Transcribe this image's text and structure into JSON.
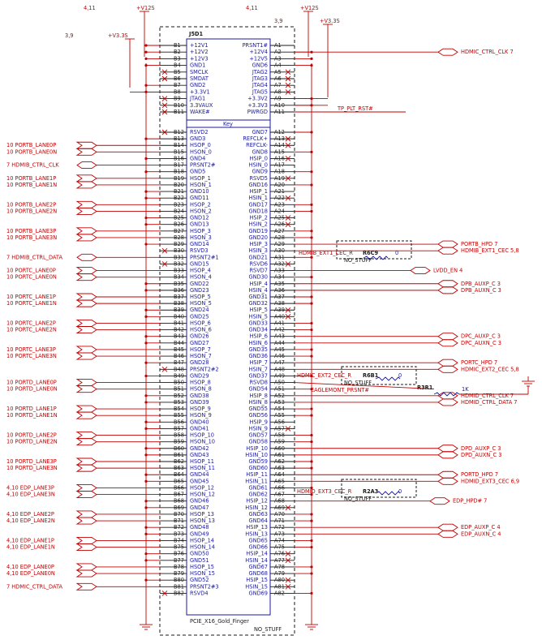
{
  "title": {
    "ref": "J5D1",
    "part": "PCIE_X16_Gold_Finger",
    "note": "NO_STUFF",
    "key": "Key"
  },
  "top_labels": {
    "b_side_page": "4,11",
    "b_side_power": "+V12S",
    "a_side_page": "4,11",
    "a_side_power": "+V12S",
    "a_side_page2": "3,9",
    "v33_a": "+V3.3S",
    "left_page": "3,9",
    "v33_left": "+V3.3S"
  },
  "pins_b": [
    [
      "B1",
      "+12V1"
    ],
    [
      "B2",
      "+12V2"
    ],
    [
      "B3",
      "+12V3"
    ],
    [
      "B4",
      "GND1"
    ],
    [
      "B5",
      "SMCLK"
    ],
    [
      "B6",
      "SMDAT"
    ],
    [
      "B7",
      "GND2"
    ],
    [
      "B8",
      "+3.3V1"
    ],
    [
      "B9",
      "JTAG1"
    ],
    [
      "B10",
      "3.3VAUX"
    ],
    [
      "B11",
      "WAKE#"
    ],
    [
      "B12",
      "RSVD2"
    ],
    [
      "B13",
      "GND3"
    ],
    [
      "B14",
      "HSOP_0"
    ],
    [
      "B15",
      "HSON_0"
    ],
    [
      "B16",
      "GND4"
    ],
    [
      "B17",
      "PRSNT2#"
    ],
    [
      "B18",
      "GND5"
    ],
    [
      "B19",
      "HSOP_1"
    ],
    [
      "B20",
      "HSON_1"
    ],
    [
      "B21",
      "GND10"
    ],
    [
      "B22",
      "GND11"
    ],
    [
      "B23",
      "HSOP_2"
    ],
    [
      "B24",
      "HSON_2"
    ],
    [
      "B25",
      "GND12"
    ],
    [
      "B26",
      "GND13"
    ],
    [
      "B27",
      "HSOP_3"
    ],
    [
      "B28",
      "HSON_3"
    ],
    [
      "B29",
      "GND14"
    ],
    [
      "B30",
      "RSVD3"
    ],
    [
      "B31",
      "PRSNT2#1"
    ],
    [
      "B32",
      "GND15"
    ],
    [
      "B33",
      "HSOP_4"
    ],
    [
      "B34",
      "HSON_4"
    ],
    [
      "B35",
      "GND22"
    ],
    [
      "B36",
      "GND23"
    ],
    [
      "B37",
      "HSOP_5"
    ],
    [
      "B38",
      "HSON_5"
    ],
    [
      "B39",
      "GND24"
    ],
    [
      "B40",
      "GND25"
    ],
    [
      "B41",
      "HSOP_6"
    ],
    [
      "B42",
      "HSON_6"
    ],
    [
      "B43",
      "GND26"
    ],
    [
      "B44",
      "GND27"
    ],
    [
      "B45",
      "HSOP_7"
    ],
    [
      "B46",
      "HSON_7"
    ],
    [
      "B47",
      "GND28"
    ],
    [
      "B48",
      "PRSNT2#2"
    ],
    [
      "B49",
      "GND29"
    ],
    [
      "B50",
      "HSOP_8"
    ],
    [
      "B51",
      "HSON_8"
    ],
    [
      "B52",
      "GND38"
    ],
    [
      "B53",
      "GND39"
    ],
    [
      "B54",
      "HSOP_9"
    ],
    [
      "B55",
      "HSON_9"
    ],
    [
      "B56",
      "GND40"
    ],
    [
      "B57",
      "GND41"
    ],
    [
      "B58",
      "HSOP_10"
    ],
    [
      "B59",
      "HSON_10"
    ],
    [
      "B60",
      "GND42"
    ],
    [
      "B61",
      "GND43"
    ],
    [
      "B62",
      "HSOP_11"
    ],
    [
      "B63",
      "HSON_11"
    ],
    [
      "B64",
      "GND44"
    ],
    [
      "B65",
      "GND45"
    ],
    [
      "B66",
      "HSOP_12"
    ],
    [
      "B67",
      "HSON_12"
    ],
    [
      "B68",
      "GND46"
    ],
    [
      "B69",
      "GND47"
    ],
    [
      "B70",
      "HSOP_13"
    ],
    [
      "B71",
      "HSON_13"
    ],
    [
      "B72",
      "GND48"
    ],
    [
      "B73",
      "GND49"
    ],
    [
      "B74",
      "HSOP_14"
    ],
    [
      "B75",
      "HSON_14"
    ],
    [
      "B76",
      "GND50"
    ],
    [
      "B77",
      "GND51"
    ],
    [
      "B78",
      "HSOP_15"
    ],
    [
      "B79",
      "HSON_15"
    ],
    [
      "B80",
      "GND52"
    ],
    [
      "B81",
      "PRSNT2#3"
    ],
    [
      "B82",
      "RSVD4"
    ]
  ],
  "pins_a": [
    [
      "A1",
      "PRSNT1#"
    ],
    [
      "A2",
      "+12V4"
    ],
    [
      "A3",
      "+12V5"
    ],
    [
      "A4",
      "GND6"
    ],
    [
      "A5",
      "JTAG2"
    ],
    [
      "A6",
      "JTAG3"
    ],
    [
      "A7",
      "JTAG4"
    ],
    [
      "A8",
      "JTAG5"
    ],
    [
      "A9",
      "+3.3V2"
    ],
    [
      "A10",
      "+3.3V3"
    ],
    [
      "A11",
      "PWRGD"
    ],
    [
      "A12",
      "GND7"
    ],
    [
      "A13",
      "REFCLK+"
    ],
    [
      "A14",
      "REFCLK-"
    ],
    [
      "A15",
      "GND8"
    ],
    [
      "A16",
      "HSIP_0"
    ],
    [
      "A17",
      "HSIN_0"
    ],
    [
      "A18",
      "GND9"
    ],
    [
      "A19",
      "RSVD5"
    ],
    [
      "A20",
      "GND16"
    ],
    [
      "A21",
      "HSIP_1"
    ],
    [
      "A22",
      "HSIN_1"
    ],
    [
      "A23",
      "GND17"
    ],
    [
      "A24",
      "GND18"
    ],
    [
      "A25",
      "HSIP_2"
    ],
    [
      "A26",
      "HSIN_2"
    ],
    [
      "A27",
      "GND19"
    ],
    [
      "A28",
      "GND20"
    ],
    [
      "A29",
      "HSIP_3"
    ],
    [
      "A30",
      "HSIN_3"
    ],
    [
      "A31",
      "GND21"
    ],
    [
      "A32",
      "RSVD6"
    ],
    [
      "A33",
      "RSVD7"
    ],
    [
      "A34",
      "GND30"
    ],
    [
      "A35",
      "HSIP_4"
    ],
    [
      "A36",
      "HSIN_4"
    ],
    [
      "A37",
      "GND31"
    ],
    [
      "A38",
      "GND32"
    ],
    [
      "A39",
      "HSIP_5"
    ],
    [
      "A40",
      "HSIN_5"
    ],
    [
      "A41",
      "GND33"
    ],
    [
      "A42",
      "GND34"
    ],
    [
      "A43",
      "HSIP_6"
    ],
    [
      "A44",
      "HSIN_6"
    ],
    [
      "A45",
      "GND35"
    ],
    [
      "A46",
      "GND36"
    ],
    [
      "A47",
      "HSIP_7"
    ],
    [
      "A48",
      "HSIN_7"
    ],
    [
      "A49",
      "GND37"
    ],
    [
      "A50",
      "RSVD8"
    ],
    [
      "A51",
      "GND54"
    ],
    [
      "A52",
      "HSIP_8"
    ],
    [
      "A53",
      "HSIN_8"
    ],
    [
      "A54",
      "GND55"
    ],
    [
      "A55",
      "GND56"
    ],
    [
      "A56",
      "HSIP_9"
    ],
    [
      "A57",
      "HSIN_9"
    ],
    [
      "A58",
      "GND57"
    ],
    [
      "A59",
      "GND58"
    ],
    [
      "A60",
      "HSIP_10"
    ],
    [
      "A61",
      "HSIN_10"
    ],
    [
      "A62",
      "GND59"
    ],
    [
      "A63",
      "GND60"
    ],
    [
      "A64",
      "HSIP_11"
    ],
    [
      "A65",
      "HSIN_11"
    ],
    [
      "A66",
      "GND61"
    ],
    [
      "A67",
      "GND62"
    ],
    [
      "A68",
      "HSIP_12"
    ],
    [
      "A69",
      "HSIN_12"
    ],
    [
      "A70",
      "GND63"
    ],
    [
      "A71",
      "GND64"
    ],
    [
      "A72",
      "HSIP_13"
    ],
    [
      "A73",
      "HSIN_13"
    ],
    [
      "A74",
      "GND65"
    ],
    [
      "A75",
      "GND66"
    ],
    [
      "A76",
      "HSIP_14"
    ],
    [
      "A77",
      "HSIN_14"
    ],
    [
      "A78",
      "GND67"
    ],
    [
      "A79",
      "GND68"
    ],
    [
      "A80",
      "HSIP_15"
    ],
    [
      "A81",
      "HSIN_15"
    ],
    [
      "A82",
      "GND69"
    ]
  ],
  "left_nets": [
    {
      "page": "10",
      "name": "PORTB_LANE0P",
      "pin": "B14"
    },
    {
      "page": "10",
      "name": "PORTB_LANE0N",
      "pin": "B15"
    },
    {
      "page": "7",
      "name": "HDMIB_CTRL_CLK",
      "pin": "B17"
    },
    {
      "page": "10",
      "name": "PORTB_LANE1P",
      "pin": "B19"
    },
    {
      "page": "10",
      "name": "PORTB_LANE1N",
      "pin": "B20"
    },
    {
      "page": "10",
      "name": "PORTB_LANE2P",
      "pin": "B23"
    },
    {
      "page": "10",
      "name": "PORTB_LANE2N",
      "pin": "B24"
    },
    {
      "page": "10",
      "name": "PORTB_LANE3P",
      "pin": "B27"
    },
    {
      "page": "10",
      "name": "PORTB_LANE3N",
      "pin": "B28"
    },
    {
      "page": "7",
      "name": "HDMIB_CTRL_DATA",
      "pin": "B31"
    },
    {
      "page": "10",
      "name": "PORTC_LANE0P",
      "pin": "B33"
    },
    {
      "page": "10",
      "name": "PORTC_LANE0N",
      "pin": "B34"
    },
    {
      "page": "10",
      "name": "PORTC_LANE1P",
      "pin": "B37"
    },
    {
      "page": "10",
      "name": "PORTC_LANE1N",
      "pin": "B38"
    },
    {
      "page": "10",
      "name": "PORTC_LANE2P",
      "pin": "B41"
    },
    {
      "page": "10",
      "name": "PORTC_LANE2N",
      "pin": "B42"
    },
    {
      "page": "10",
      "name": "PORTC_LANE3P",
      "pin": "B45"
    },
    {
      "page": "10",
      "name": "PORTC_LANE3N",
      "pin": "B46"
    },
    {
      "page": "10",
      "name": "PORTD_LANE0P",
      "pin": "B50"
    },
    {
      "page": "10",
      "name": "PORTD_LANE0N",
      "pin": "B51"
    },
    {
      "page": "10",
      "name": "PORTD_LANE1P",
      "pin": "B54"
    },
    {
      "page": "10",
      "name": "PORTD_LANE1N",
      "pin": "B55"
    },
    {
      "page": "10",
      "name": "PORTD_LANE2P",
      "pin": "B58"
    },
    {
      "page": "10",
      "name": "PORTD_LANE2N",
      "pin": "B59"
    },
    {
      "page": "10",
      "name": "PORTD_LANE3P",
      "pin": "B62"
    },
    {
      "page": "10",
      "name": "PORTD_LANE3N",
      "pin": "B63"
    },
    {
      "page": "4,10",
      "name": "EDP_LANE3P",
      "pin": "B66"
    },
    {
      "page": "4,10",
      "name": "EDP_LANE3N",
      "pin": "B67"
    },
    {
      "page": "4,10",
      "name": "EDP_LANE2P",
      "pin": "B70"
    },
    {
      "page": "4,10",
      "name": "EDP_LANE2N",
      "pin": "B71"
    },
    {
      "page": "4,10",
      "name": "EDP_LANE1P",
      "pin": "B74"
    },
    {
      "page": "4,10",
      "name": "EDP_LANE1N",
      "pin": "B75"
    },
    {
      "page": "4,10",
      "name": "EDP_LANE0P",
      "pin": "B78"
    },
    {
      "page": "4,10",
      "name": "EDP_LANE0N",
      "pin": "B79"
    },
    {
      "page": "7",
      "name": "HDMIC_CTRL_DATA",
      "pin": "B81"
    }
  ],
  "right_nets": [
    {
      "name": "HDMIC_CTRL_CLK",
      "page": "7",
      "pin": "A2"
    },
    {
      "name": "TP_PLT_RST#",
      "page": "",
      "pin": "A11"
    },
    {
      "name": "PORTB_HPD",
      "page": "7",
      "pin": "A29"
    },
    {
      "name": "HDMIB_EXT1_CEC",
      "page": "5,8",
      "pin": "A30"
    },
    {
      "name": "LVDD_EN",
      "page": "4",
      "pin": "A33"
    },
    {
      "name": "DPB_AUXP_C",
      "page": "3",
      "pin": "A35"
    },
    {
      "name": "DPB_AUXN_C",
      "page": "3",
      "pin": "A36"
    },
    {
      "name": "DPC_AUXP_C",
      "page": "3",
      "pin": "A43"
    },
    {
      "name": "DPC_AUXN_C",
      "page": "3",
      "pin": "A44"
    },
    {
      "name": "PORTC_HPD",
      "page": "7",
      "pin": "A47"
    },
    {
      "name": "HDMIC_EXT2_CEC",
      "page": "5,8",
      "pin": "A48"
    },
    {
      "name": "HDMID_CTRL_CLK",
      "page": "7",
      "pin": "A52"
    },
    {
      "name": "HDMID_CTRL_DATA",
      "page": "7",
      "pin": "A53"
    },
    {
      "name": "DPD_AUXP_C",
      "page": "3",
      "pin": "A60"
    },
    {
      "name": "DPD_AUXN_C",
      "page": "3",
      "pin": "A61"
    },
    {
      "name": "PORTD_HPD",
      "page": "7",
      "pin": "A64"
    },
    {
      "name": "HDMID_EXT3_CEC",
      "page": "6,9",
      "pin": "A65"
    },
    {
      "name": "EDP_HPD#",
      "page": "7",
      "pin": "A68"
    },
    {
      "name": "EDP_AUXP_C",
      "page": "4",
      "pin": "A72"
    },
    {
      "name": "EDP_AUXN_C",
      "page": "4",
      "pin": "A73"
    }
  ],
  "resistors": [
    {
      "net": "HDMIB_EXT1_CEC_R",
      "ref": "R6C9",
      "value": "0",
      "note": "NO_STUFF"
    },
    {
      "net": "HDMIC_EXT2_CEC_R",
      "ref": "R6B1",
      "value": "0",
      "note": "NO_STUFF"
    },
    {
      "net": "HDMID_EXT3_CEC_R",
      "ref": "R2A3",
      "value": "0",
      "note": "NO_STUFF"
    },
    {
      "net": "EAGLEMONT_PRSNT#",
      "ref": "R3R1",
      "value": "1K",
      "note": ""
    }
  ],
  "colors": {
    "wire": "#c00000",
    "text_blue": "#1a1a9c",
    "text_black": "#1a1a1a"
  }
}
